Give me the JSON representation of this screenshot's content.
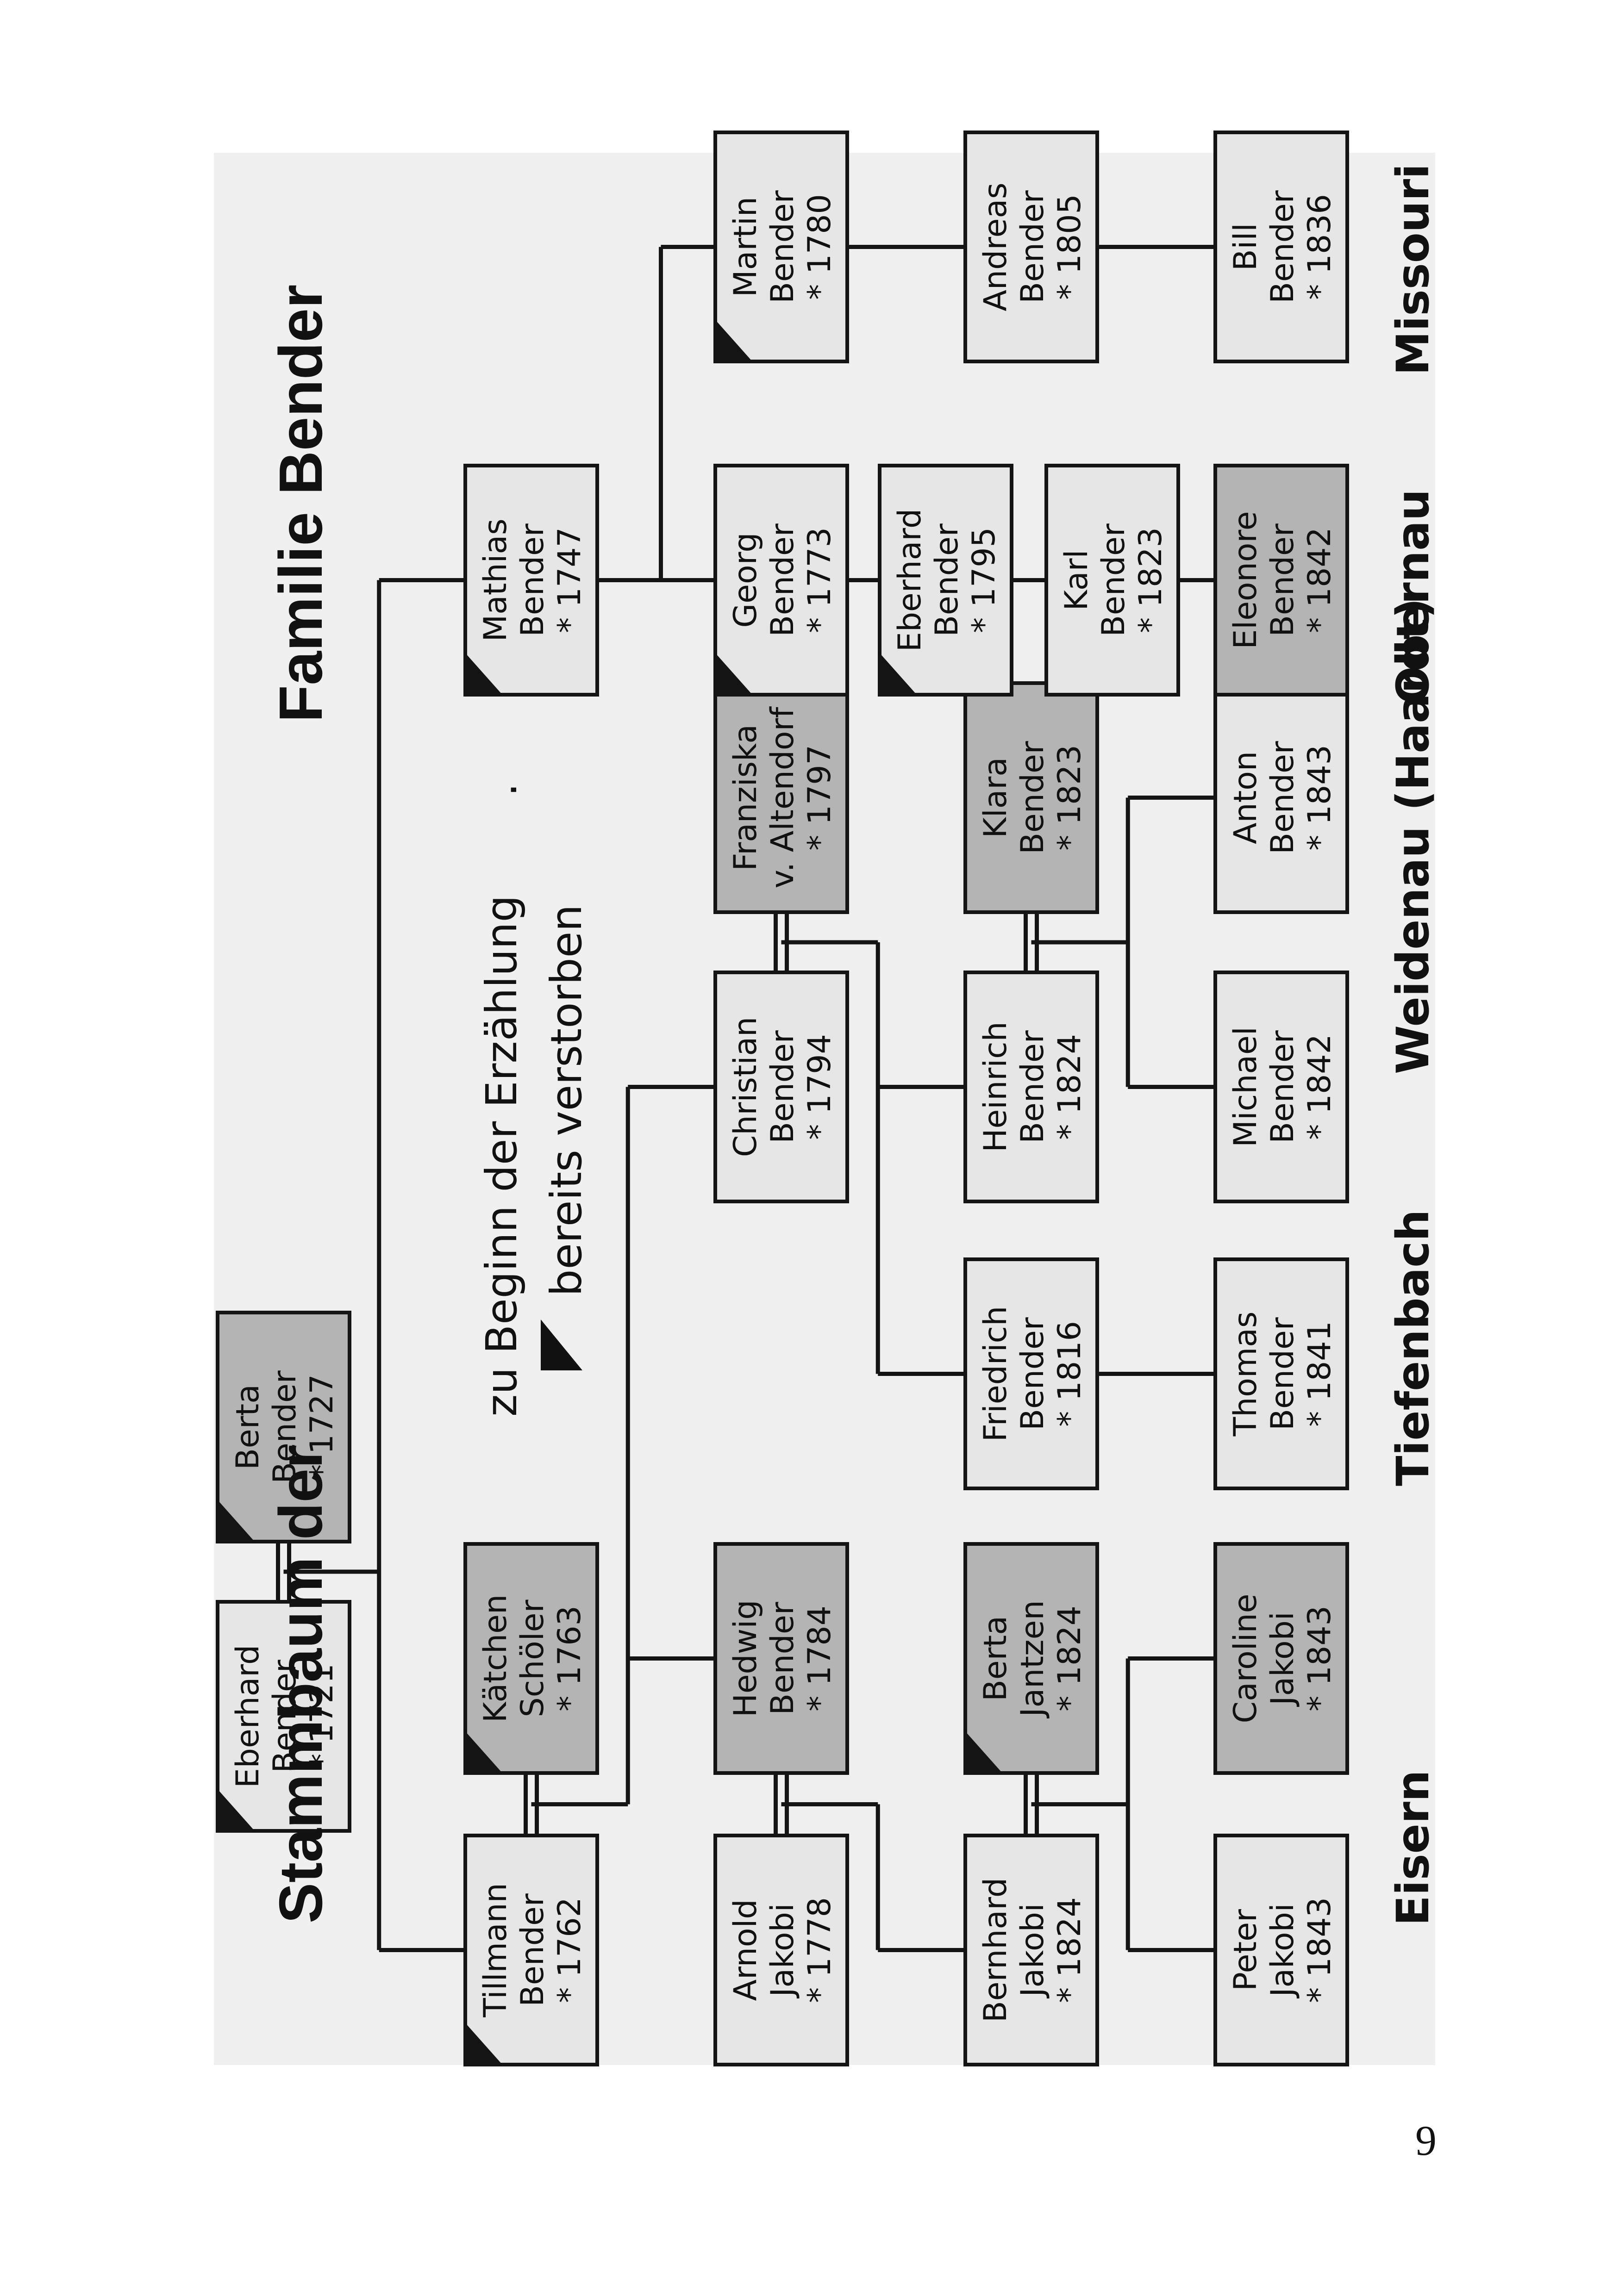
{
  "title": {
    "part1": "Stammbaum der",
    "part2": "Familie Bender"
  },
  "legend": {
    "line1": "zu Beginn der Erzählung",
    "line2": "bereits verstorben"
  },
  "regions": [
    "Eisern",
    "Tiefenbach",
    "Weidenau (Haardt)",
    "Obernau",
    "Missouri"
  ],
  "people": [
    {
      "id": "eberhard1721",
      "first": "Eberhard",
      "last": "Bender",
      "born": "* 1721",
      "deceased": true,
      "highlight": false
    },
    {
      "id": "berta1727",
      "first": "Berta",
      "last": "Bender",
      "born": "* 1727",
      "deceased": true,
      "highlight": true
    },
    {
      "id": "tillmann1762",
      "first": "Tillmann",
      "last": "Bender",
      "born": "* 1762",
      "deceased": true,
      "highlight": false
    },
    {
      "id": "kaetchen1763",
      "first": "Kätchen",
      "last": "Schöler",
      "born": "* 1763",
      "deceased": true,
      "highlight": true
    },
    {
      "id": "mathias1747",
      "first": "Mathias",
      "last": "Bender",
      "born": "* 1747",
      "deceased": true,
      "highlight": false
    },
    {
      "id": "arnold1778",
      "first": "Arnold",
      "last": "Jakobi",
      "born": "* 1778",
      "deceased": false,
      "highlight": false
    },
    {
      "id": "hedwig1784",
      "first": "Hedwig",
      "last": "Bender",
      "born": "* 1784",
      "deceased": false,
      "highlight": true
    },
    {
      "id": "christian1794",
      "first": "Christian",
      "last": "Bender",
      "born": "* 1794",
      "deceased": false,
      "highlight": false
    },
    {
      "id": "franziska1797",
      "first": "Franziska",
      "last": "v. Altendorf",
      "born": "* 1797",
      "deceased": false,
      "highlight": true
    },
    {
      "id": "georg1773",
      "first": "Georg",
      "last": "Bender",
      "born": "* 1773",
      "deceased": true,
      "highlight": false
    },
    {
      "id": "martin1780",
      "first": "Martin",
      "last": "Bender",
      "born": "* 1780",
      "deceased": true,
      "highlight": false
    },
    {
      "id": "bernhard1824",
      "first": "Bernhard",
      "last": "Jakobi",
      "born": "* 1824",
      "deceased": false,
      "highlight": false
    },
    {
      "id": "bertaJ1824",
      "first": "Berta",
      "last": "Jantzen",
      "born": "* 1824",
      "deceased": true,
      "highlight": true
    },
    {
      "id": "friedrich1816",
      "first": "Friedrich",
      "last": "Bender",
      "born": "* 1816",
      "deceased": false,
      "highlight": false
    },
    {
      "id": "heinrich1824",
      "first": "Heinrich",
      "last": "Bender",
      "born": "* 1824",
      "deceased": false,
      "highlight": false
    },
    {
      "id": "klara1823",
      "first": "Klara",
      "last": "Bender",
      "born": "* 1823",
      "deceased": false,
      "highlight": true
    },
    {
      "id": "eberhard1795",
      "first": "Eberhard",
      "last": "Bender",
      "born": "* 1795",
      "deceased": true,
      "highlight": false
    },
    {
      "id": "andreas1805",
      "first": "Andreas",
      "last": "Bender",
      "born": "* 1805",
      "deceased": false,
      "highlight": false
    },
    {
      "id": "peter1843",
      "first": "Peter",
      "last": "Jakobi",
      "born": "* 1843",
      "deceased": false,
      "highlight": false
    },
    {
      "id": "caroline1843",
      "first": "Caroline",
      "last": "Jakobi",
      "born": "* 1843",
      "deceased": false,
      "highlight": true
    },
    {
      "id": "thomas1841",
      "first": "Thomas",
      "last": "Bender",
      "born": "* 1841",
      "deceased": false,
      "highlight": false
    },
    {
      "id": "michael1842",
      "first": "Michael",
      "last": "Bender",
      "born": "* 1842",
      "deceased": false,
      "highlight": false
    },
    {
      "id": "anton1843",
      "first": "Anton",
      "last": "Bender",
      "born": "* 1843",
      "deceased": false,
      "highlight": false
    },
    {
      "id": "karl1823",
      "first": "Karl",
      "last": "Bender",
      "born": "* 1823",
      "deceased": false,
      "highlight": false
    },
    {
      "id": "eleonore1842",
      "first": "Eleonore",
      "last": "Bender",
      "born": "* 1842",
      "deceased": false,
      "highlight": true
    },
    {
      "id": "bill1836",
      "first": "Bill",
      "last": "Bender",
      "born": "* 1836",
      "deceased": false,
      "highlight": false
    }
  ],
  "marriages": [
    [
      "eberhard1721",
      "berta1727"
    ],
    [
      "tillmann1762",
      "kaetchen1763"
    ],
    [
      "arnold1778",
      "hedwig1784"
    ],
    [
      "christian1794",
      "franziska1797"
    ],
    [
      "bernhard1824",
      "bertaJ1824"
    ],
    [
      "heinrich1824",
      "klara1823"
    ]
  ],
  "descent": [
    {
      "parents": [
        "eberhard1721",
        "berta1727"
      ],
      "children": [
        "tillmann1762",
        "mathias1747"
      ]
    },
    {
      "parents": [
        "tillmann1762",
        "kaetchen1763"
      ],
      "children": [
        "hedwig1784",
        "christian1794"
      ]
    },
    {
      "parents": [
        "mathias1747"
      ],
      "children": [
        "georg1773",
        "martin1780"
      ]
    },
    {
      "parents": [
        "arnold1778",
        "hedwig1784"
      ],
      "children": [
        "bernhard1824"
      ]
    },
    {
      "parents": [
        "christian1794",
        "franziska1797"
      ],
      "children": [
        "friedrich1816",
        "heinrich1824"
      ]
    },
    {
      "parents": [
        "georg1773"
      ],
      "children": [
        "eberhard1795"
      ]
    },
    {
      "parents": [
        "martin1780"
      ],
      "children": [
        "andreas1805"
      ]
    },
    {
      "parents": [
        "bernhard1824",
        "bertaJ1824"
      ],
      "children": [
        "peter1843",
        "caroline1843"
      ]
    },
    {
      "parents": [
        "friedrich1816"
      ],
      "children": [
        "thomas1841"
      ]
    },
    {
      "parents": [
        "heinrich1824",
        "klara1823"
      ],
      "children": [
        "michael1842",
        "anton1843"
      ]
    },
    {
      "parents": [
        "eberhard1795"
      ],
      "children": [
        "karl1823"
      ]
    },
    {
      "parents": [
        "karl1823"
      ],
      "children": [
        "eleonore1842"
      ]
    },
    {
      "parents": [
        "andreas1805"
      ],
      "children": [
        "bill1836"
      ]
    }
  ],
  "page_number": "9",
  "colors": {
    "panel": "#f0f0f0",
    "box": "#e6e6e6",
    "box_highlight": "#b4b4b4",
    "line": "#141414",
    "text": "#111111"
  }
}
